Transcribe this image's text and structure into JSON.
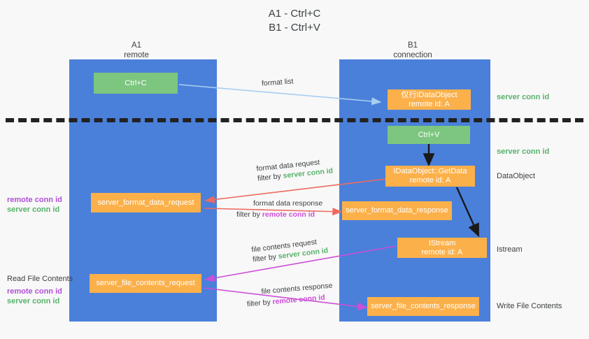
{
  "title": {
    "line1": "A1 - Ctrl+C",
    "line2": "B1 - Ctrl+V"
  },
  "columns": {
    "left": {
      "name": "A1",
      "role": "remote"
    },
    "right": {
      "name": "B1",
      "role": "connection"
    }
  },
  "colors": {
    "lane": "#4a80da",
    "action_box": "#7cc67f",
    "message_box": "#fbb04a",
    "server_conn_id": "#57b26b",
    "remote_conn_id": "#b14fd8",
    "arrow_format_list": "#a8cdf0",
    "arrow_format_data": "#ee6a5f",
    "arrow_file_contents": "#cc4fd8",
    "arrow_internal": "#1a1a1a",
    "divider": "#222222",
    "background": "#f8f8f8"
  },
  "boxes": {
    "ctrl_c": {
      "label": "Ctrl+C",
      "kind": "green"
    },
    "set_idataobject": {
      "line1": "仅行IDataObject",
      "line2": "remote id: A",
      "kind": "orange"
    },
    "ctrl_v": {
      "label": "Ctrl+V",
      "kind": "green"
    },
    "getdata": {
      "line1": "IDataObject::GetData",
      "line2": "remote id: A",
      "kind": "orange"
    },
    "server_format_data_request": {
      "label": "server_format_data_request",
      "kind": "orange"
    },
    "server_format_data_response": {
      "label": "server_format_data_response",
      "kind": "orange"
    },
    "istream": {
      "line1": "IStream",
      "line2": "remote id: A",
      "kind": "orange"
    },
    "server_file_contents_request": {
      "label": "server_file_contents_request",
      "kind": "orange"
    },
    "server_file_contents_response": {
      "label": "server_file_contents_response",
      "kind": "orange"
    }
  },
  "edge_labels": {
    "format_list": {
      "text": "format list"
    },
    "format_data_request": {
      "text": "format data request",
      "filter_prefix": "filter by ",
      "filter_value": "server conn id"
    },
    "format_data_response": {
      "text": "format data response",
      "filter_prefix": "filter by ",
      "filter_value": "remote conn id"
    },
    "file_contents_request": {
      "text": "file contents request",
      "filter_prefix": "filter by ",
      "filter_value": "server conn id"
    },
    "file_contents_response": {
      "text": "file contents response",
      "filter_prefix": "filter by ",
      "filter_value": "remote conn id"
    }
  },
  "annotations": {
    "right_server_conn_id_top": "server conn id",
    "right_server_conn_id_mid": "server conn id",
    "right_dataobject": "DataObject",
    "right_istream": "Istream",
    "right_write_file_contents": "Write File Contents",
    "left_remote_conn_id_1": "remote conn id",
    "left_server_conn_id_1": "server conn id",
    "left_read_file_contents": "Read File Contents",
    "left_remote_conn_id_2": "remote conn id",
    "left_server_conn_id_2": "server conn id"
  }
}
